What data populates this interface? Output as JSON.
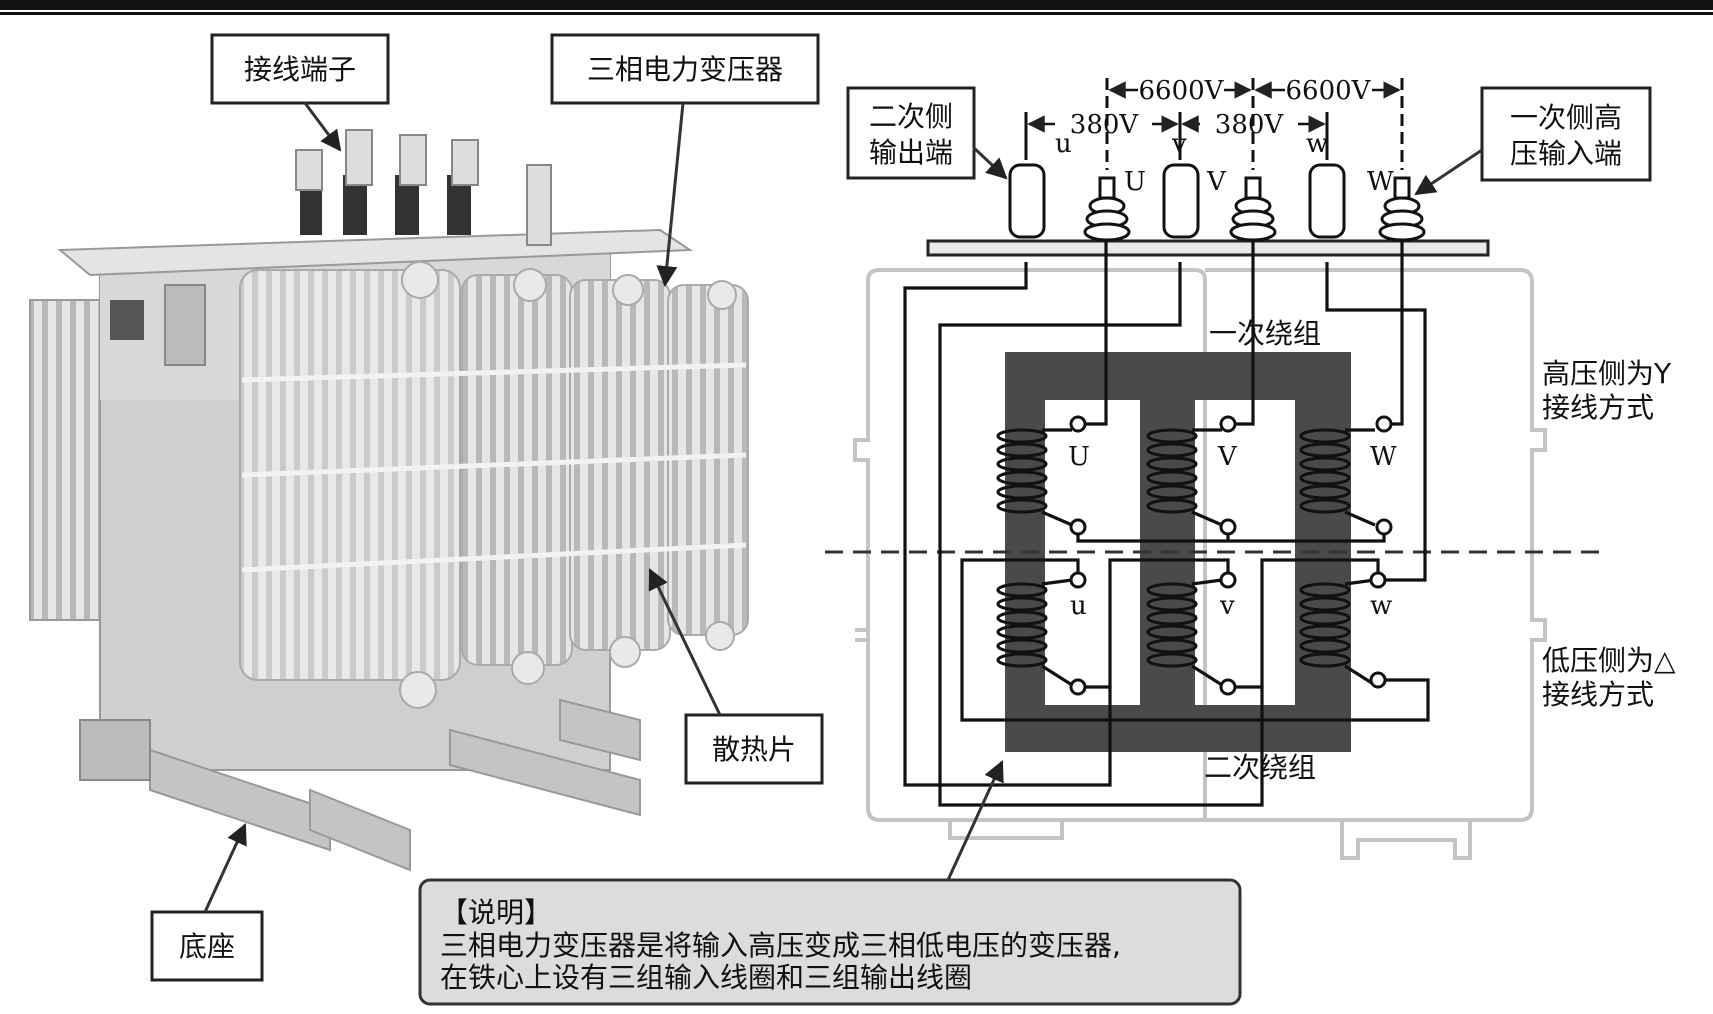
{
  "photo_labels": {
    "terminals": "接线端子",
    "transformer": "三相电力变压器",
    "radiator": "散热片",
    "base": "底座"
  },
  "diagram_labels": {
    "secondary_output": [
      "二次侧",
      "输出端"
    ],
    "primary_input": [
      "一次侧高",
      "压输入端"
    ],
    "primary_winding": "一次绕组",
    "secondary_winding": "二次绕组",
    "hv_side": [
      "高压侧为Y",
      "接线方式"
    ],
    "lv_side": [
      "低压侧为△",
      "接线方式"
    ]
  },
  "voltages": {
    "hv_1": "6600V",
    "hv_2": "6600V",
    "lv_1": "380V",
    "lv_2": "380V"
  },
  "terminal_tags": {
    "top_u": "u",
    "top_U": "U",
    "top_v": "v",
    "top_V": "V",
    "top_w": "w",
    "top_W": "W",
    "coil_U": "U",
    "coil_V": "V",
    "coil_W": "W",
    "coil_u": "u",
    "coil_v": "v",
    "coil_w": "w"
  },
  "note": {
    "heading": "【说明】",
    "line1": "三相电力变压器是将输入高压变成三相低电压的变压器,",
    "line2": "在铁心上设有三组输入线圈和三组输出线圈"
  }
}
